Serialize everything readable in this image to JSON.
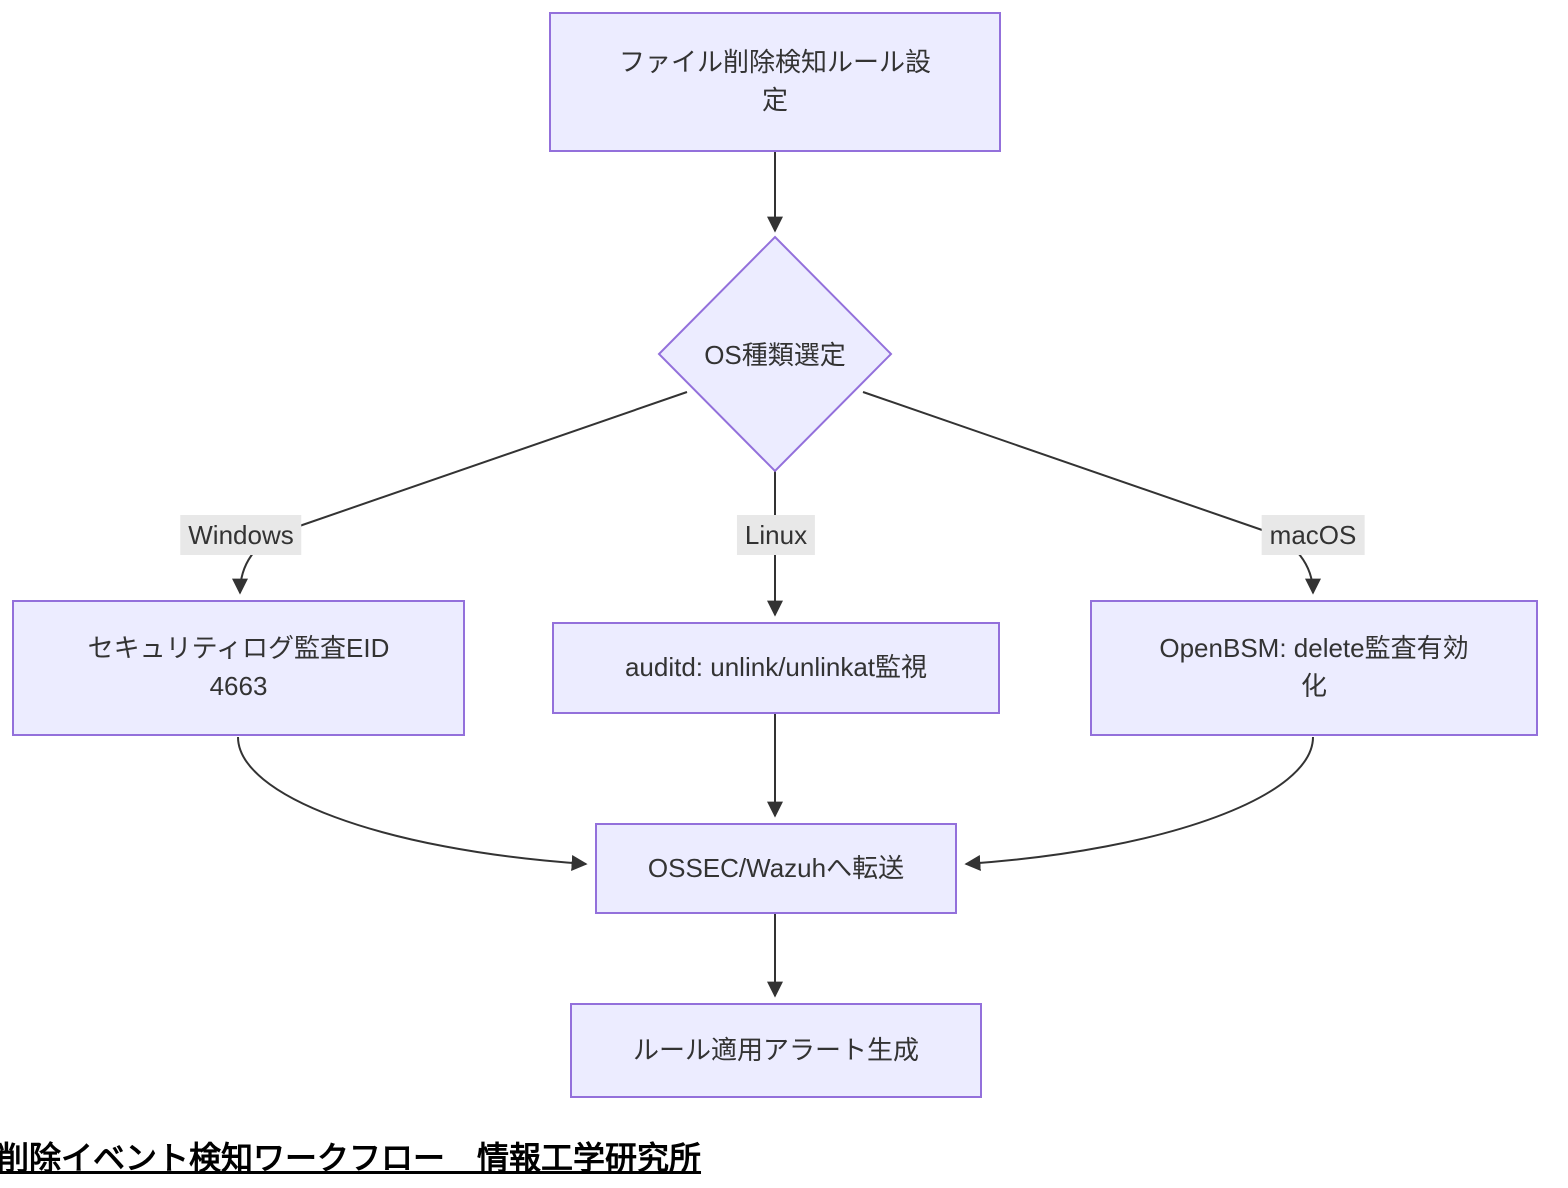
{
  "diagram": {
    "title_caption": "削除イベント検知ワークフロー　情報工学研究所",
    "nodes": {
      "start": {
        "label": "ファイル削除検知ルール設\n定"
      },
      "decision": {
        "label": "OS種類選定"
      },
      "windows_box": {
        "label": "セキュリティログ監査EID\n4663"
      },
      "linux_box": {
        "label": "auditd: unlink/unlinkat監視"
      },
      "macos_box": {
        "label": "OpenBSM: delete監査有効\n化"
      },
      "forward_box": {
        "label": "OSSEC/Wazuhへ転送"
      },
      "alert_box": {
        "label": "ルール適用アラート生成"
      }
    },
    "edge_labels": {
      "windows": "Windows",
      "linux": "Linux",
      "macos": "macOS"
    },
    "colors": {
      "node_fill": "#ECECFF",
      "node_border": "#9370DB",
      "edge_line": "#333333",
      "edge_label_bg": "#e8e8e8",
      "node_text": "#333333",
      "caption_text": "#000000"
    }
  }
}
